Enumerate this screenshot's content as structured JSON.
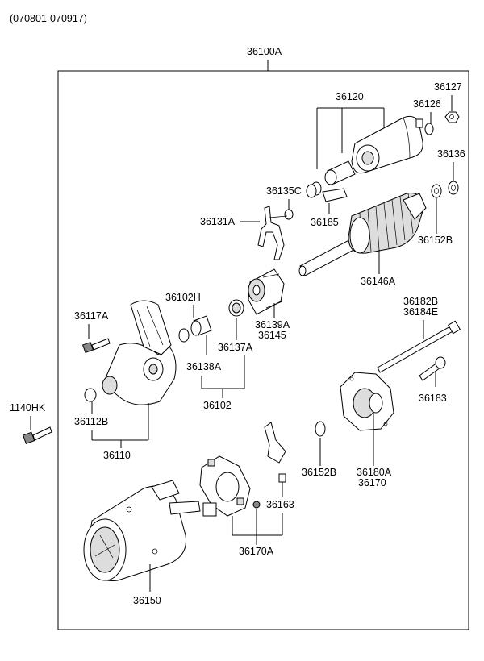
{
  "header": {
    "date_range": "(070801-070917)"
  },
  "labels": {
    "assembly": "36100A",
    "p36120": "36120",
    "p36127": "36127",
    "p36126": "36126",
    "p36136": "36136",
    "p36135C": "36135C",
    "p36131A": "36131A",
    "p36185": "36185",
    "p36152B_top": "36152B",
    "p36146A": "36146A",
    "p36102H": "36102H",
    "p36117A": "36117A",
    "p36139A": "36139A",
    "p36145": "36145",
    "p36137A": "36137A",
    "p36138A": "36138A",
    "p36102": "36102",
    "p36182B": "36182B",
    "p36184E": "36184E",
    "p36183": "36183",
    "p1140HK": "1140HK",
    "p36112B": "36112B",
    "p36110": "36110",
    "p36152B_bottom": "36152B",
    "p36180A": "36180A",
    "p36170": "36170",
    "p36163": "36163",
    "p36170A": "36170A",
    "p36150": "36150"
  }
}
